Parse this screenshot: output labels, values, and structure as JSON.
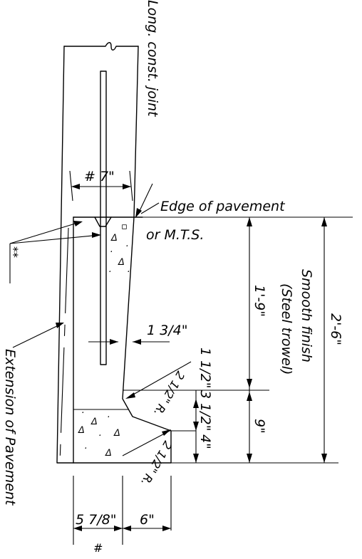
{
  "labels": {
    "joint": "Long. const. joint",
    "edge_line1": "Edge of pavement",
    "edge_line2": "or M.T.S.",
    "star": "**",
    "extension": "Extension of Pavement",
    "finish1": "Smooth finish",
    "finish2": "(Steel trowel)"
  },
  "dimensions": {
    "top_width": "# 7\"",
    "batter": "1 3/4\"",
    "height_total": "2'-6\"",
    "height_upper": "1'-9\"",
    "height_lower": "9\"",
    "seg_a": "1 1/2\"",
    "seg_b": "3 1/2\"",
    "seg_c": "4\"",
    "radius_1": "2 1/2\" R.",
    "radius_2": "2 1/2\" R.",
    "base_left": "5 7/8\"",
    "base_right": "6\"",
    "base_mark": "#"
  }
}
